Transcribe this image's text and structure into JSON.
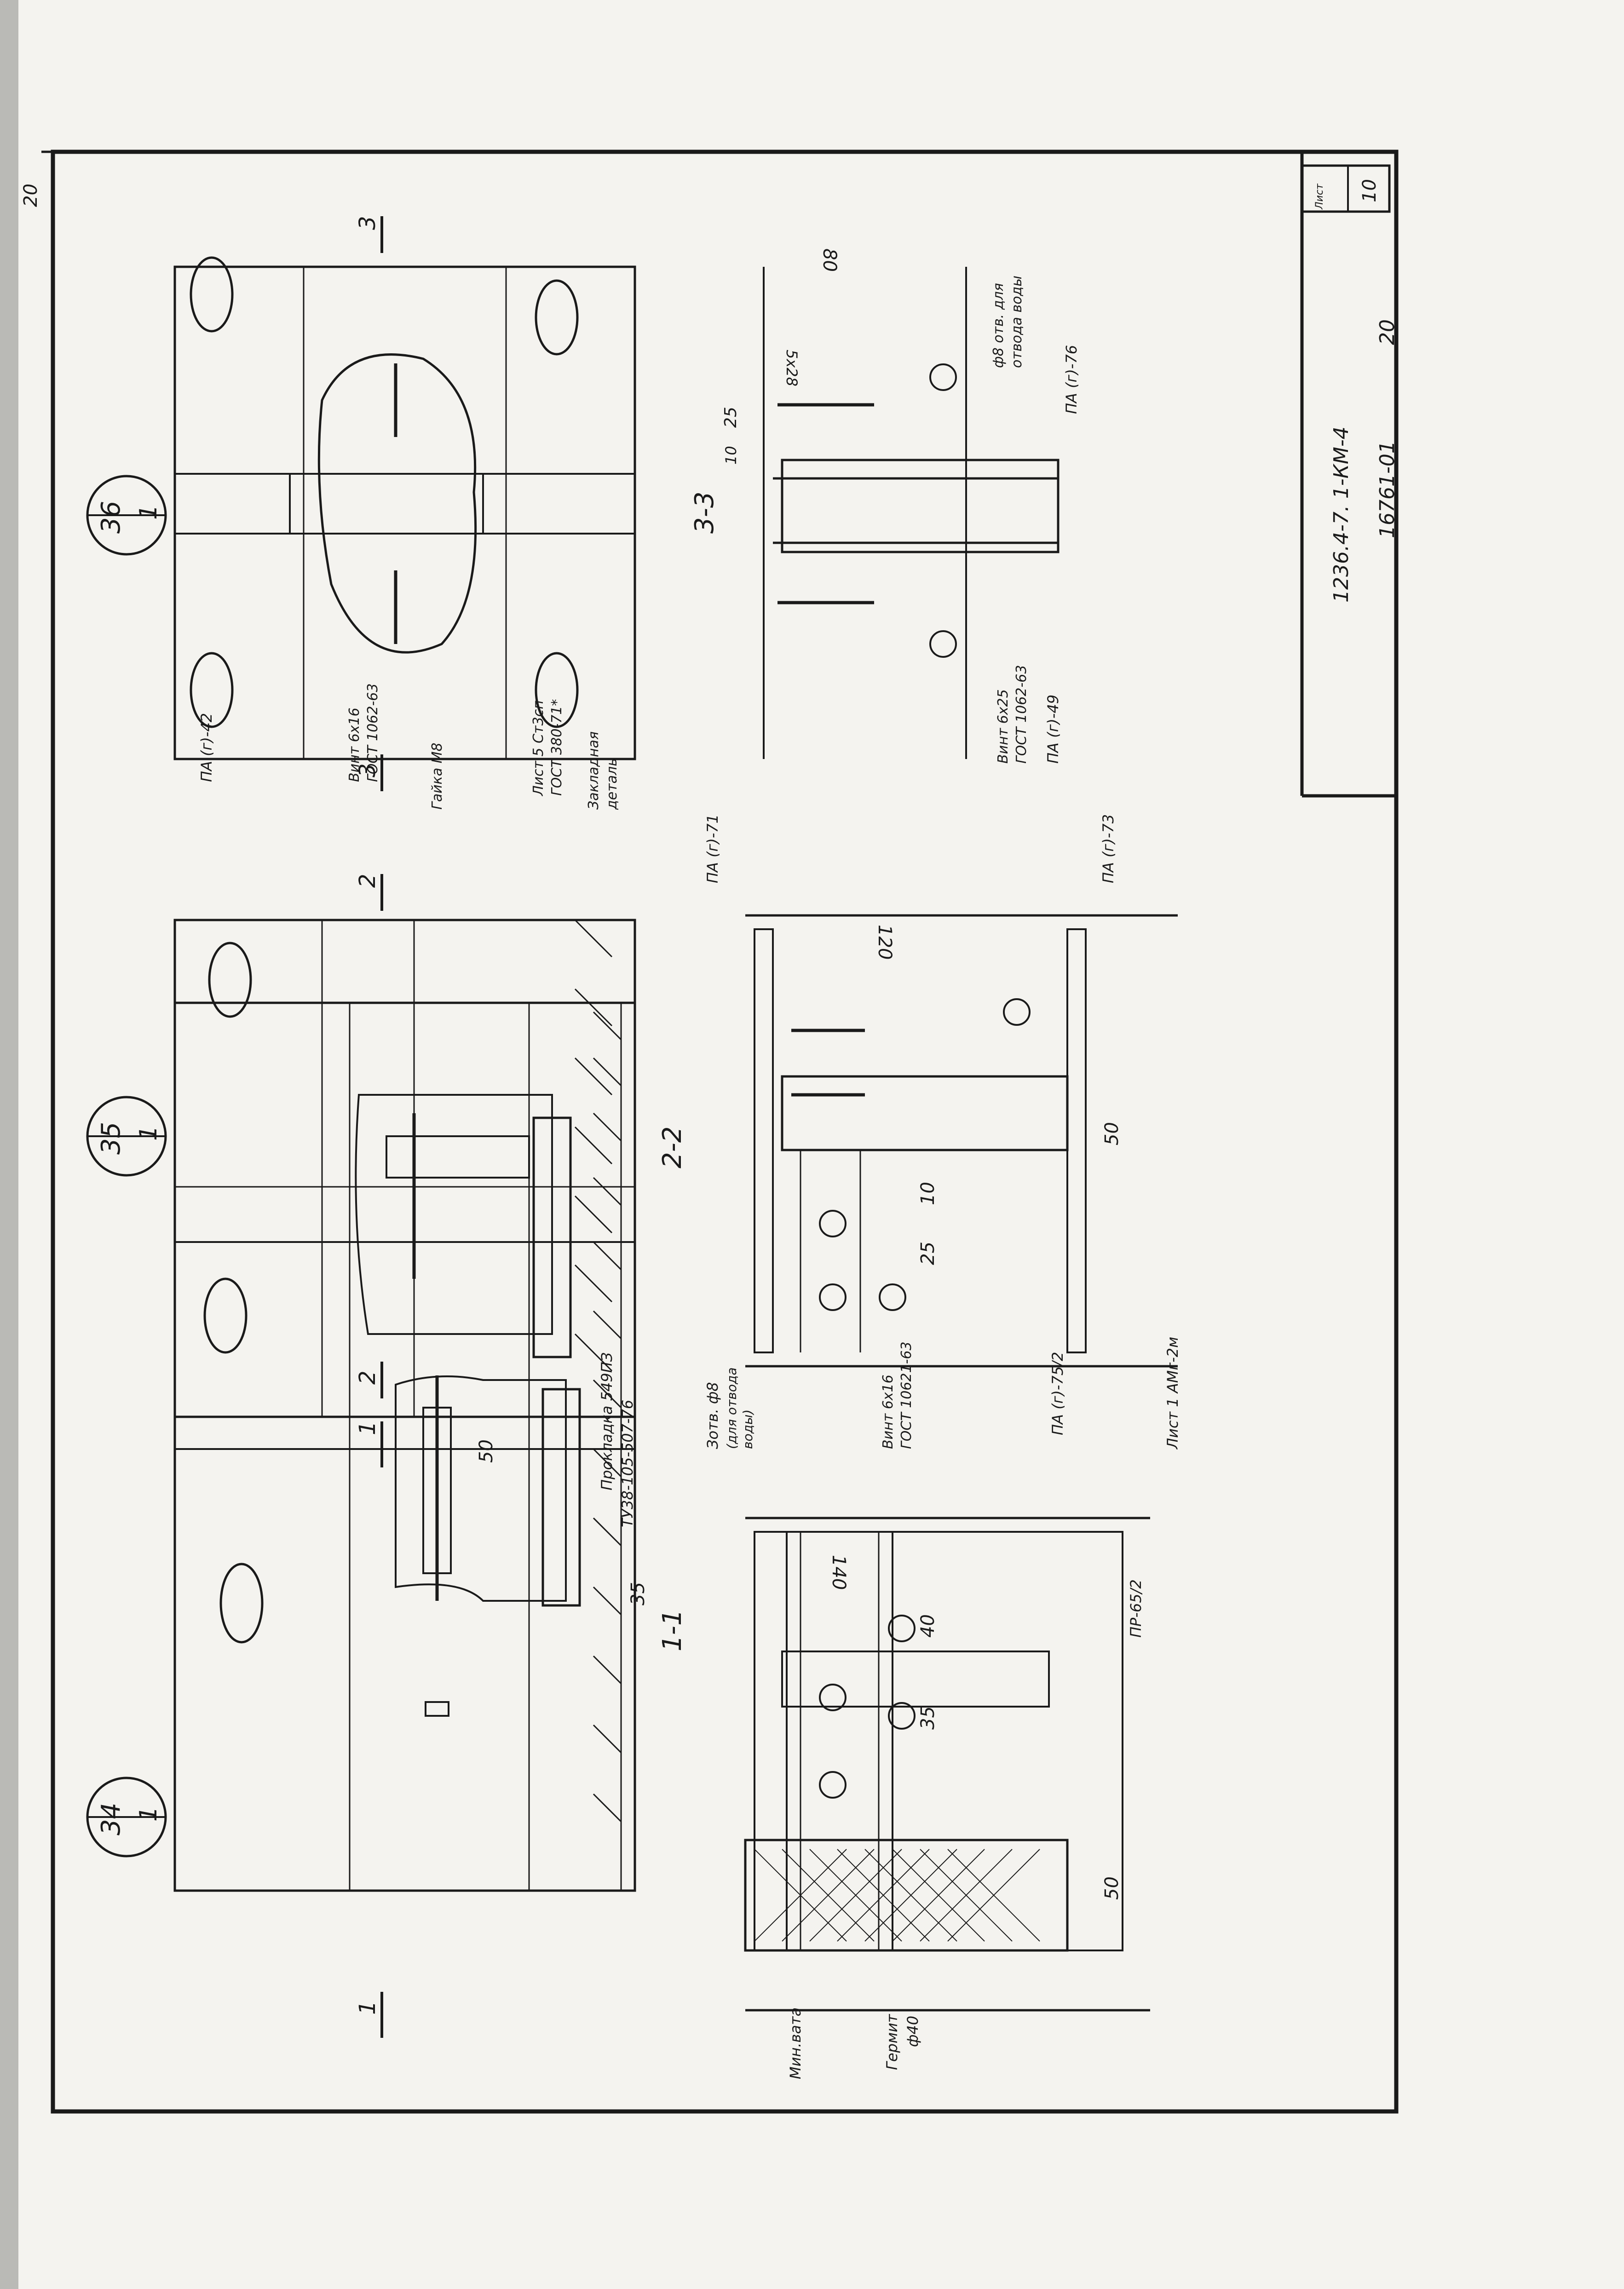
{
  "stamp": {
    "series": "1236.4-7. 1-КМ-4",
    "doc_number": "16761-01",
    "page": "20",
    "sheet_label": "Лист",
    "sheet_number": "10",
    "corner_page": "20"
  },
  "views": {
    "view_34": {
      "top": "34",
      "bottom": "1"
    },
    "view_35": {
      "top": "35",
      "bottom": "1"
    },
    "view_36": {
      "top": "36",
      "bottom": "1"
    }
  },
  "sections": {
    "s11": "1-1",
    "s22": "2-2",
    "s33": "3-3",
    "mark1": "1",
    "mark2": "2",
    "mark3": "3"
  },
  "labels": {
    "pa42": "ПА (г)-42",
    "pa71": "ПА (г)-71",
    "pa73": "ПА (г)-73",
    "pa76": "ПА (г)-76",
    "pa49": "ПА (г)-49",
    "pa75": "ПА (г)-75/2",
    "pr65": "ПР-65/2",
    "vint616": "Винт 6х16",
    "vint616_gost_a": "ГОСТ 1062-63",
    "vint616_gost": "ГОСТ 10621-63",
    "vint625": "Винт 6х25",
    "vint625_gost": "ГОСТ 1062-63",
    "gayka": "Гайка М8",
    "list5": "Лист 5 Ст3сп",
    "list5_gost": "ГОСТ 380-71*",
    "zakladnaya_a": "Закладная",
    "zakladnaya_b": "деталь",
    "prokladka": "Прокладка 549ПЗ",
    "prokladka_tu": "ТУ38-105-507-76",
    "list1": "Лист 1 АМг-2м",
    "otv8_a": "Зотв. ф8",
    "otv8_b": "(для отвода",
    "otv8_c": "воды)",
    "otv8r_a": "ф8 отв. для",
    "otv8r_b": "отвода воды",
    "minvata": "Мин.вата",
    "germit_a": "Гермит",
    "germit_b": "ф40"
  },
  "dimensions": {
    "d50a": "50",
    "d35a": "35",
    "d140": "140",
    "d40": "40",
    "d35b": "35",
    "d50b": "50",
    "d120": "120",
    "d10": "10",
    "d25a": "25",
    "d50c": "50",
    "d80": "80",
    "d25b": "25",
    "d10b": "10",
    "d5x28": "5х28"
  }
}
